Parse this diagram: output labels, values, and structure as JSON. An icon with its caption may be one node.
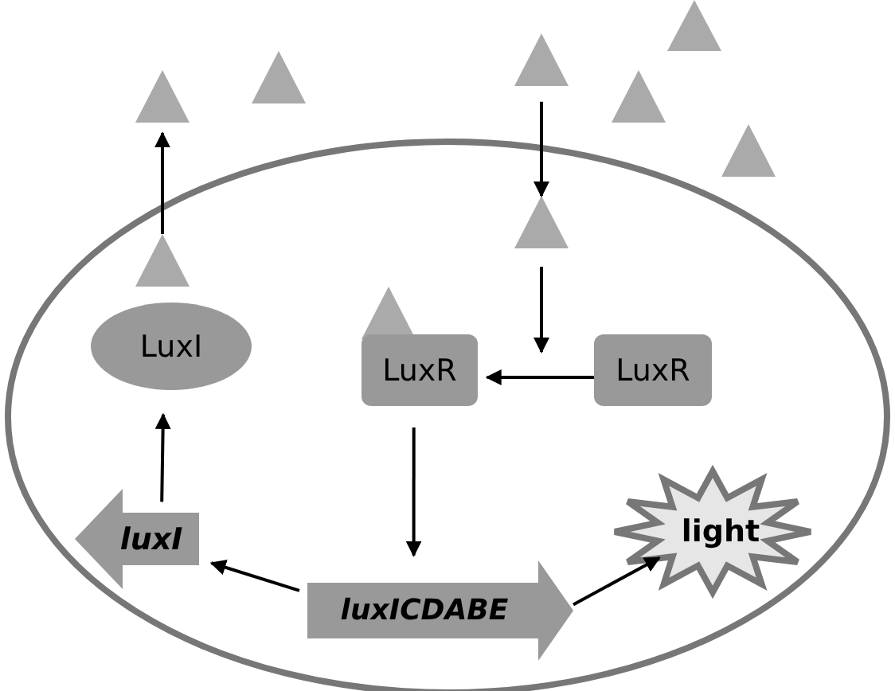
{
  "diagram": {
    "nodes": [
      {
        "text": [],
        "shape": "ellipse"
      },
      {
        "text": [],
        "shape": "triangle"
      },
      {
        "text": [],
        "shape": "triangle"
      },
      {
        "text": [],
        "shape": "triangle"
      },
      {
        "text": [],
        "shape": "triangle"
      },
      {
        "text": [],
        "shape": "triangle"
      },
      {
        "text": [],
        "shape": "triangle"
      },
      {
        "text": [],
        "shape": "triangle",
        "in": 0
      },
      {
        "text": [],
        "shape": "triangle",
        "in": 0
      },
      {
        "text": [
          "LuxI"
        ],
        "in": 0
      },
      {
        "text": [],
        "shape": "triangle",
        "in": 0
      },
      {
        "text": [
          "LuxR"
        ],
        "in": 0
      },
      {
        "text": [
          "LuxR"
        ],
        "in": 0
      },
      {
        "text": [
          "luxI"
        ],
        "in": 0
      },
      {
        "text": [
          "luxICDABE"
        ],
        "in": 0
      },
      {
        "text": [
          "light"
        ],
        "in": 0
      }
    ],
    "edges": [
      {
        "from": 7,
        "to": 1,
        "arrow": "to"
      },
      {
        "from": 3,
        "to": 8,
        "arrow": "to"
      },
      {
        "from": 8,
        "to": null,
        "arrow": "to"
      },
      {
        "from": 12,
        "to": 11,
        "arrow": "to"
      },
      {
        "from": 11,
        "to": 14,
        "arrow": "to"
      },
      {
        "from": 14,
        "to": 13,
        "arrow": "to"
      },
      {
        "from": 13,
        "to": 9,
        "arrow": "to"
      },
      {
        "from": 14,
        "to": 15,
        "arrow": "to"
      }
    ]
  }
}
